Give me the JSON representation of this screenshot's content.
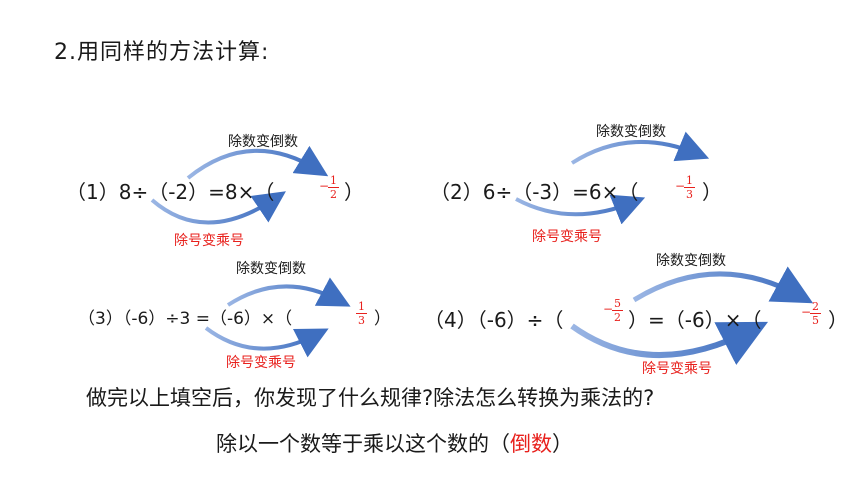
{
  "heading": "2.用同样的方法计算:",
  "problems": [
    {
      "expr_left": "（1）8÷（-2）=8×（",
      "frac_num": "1",
      "frac_den": "2",
      "close": "）",
      "top_label": "除数变倒数",
      "bottom_label": "除号变乘号"
    },
    {
      "expr_left": "（2）6÷（-3）=6×（",
      "frac_num": "1",
      "frac_den": "3",
      "close": "）",
      "top_label": "除数变倒数",
      "bottom_label": "除号变乘号"
    },
    {
      "expr_left": "（3）（-6）÷3 =（-6）×（",
      "frac_num": "1",
      "frac_den": "3",
      "close": "）",
      "top_label": "除数变倒数",
      "bottom_label": "除号变乘号"
    },
    {
      "expr_a": "（4）（-6）÷（",
      "divisor_num": "5",
      "divisor_den": "2",
      "expr_b": "）=（-6）×（",
      "frac_num": "2",
      "frac_den": "5",
      "close": "）",
      "top_label": "除数变倒数",
      "bottom_label": "除号变乘号"
    }
  ],
  "question": "做完以上填空后，你发现了什么规律?除法怎么转换为乘法的?",
  "answer_prefix": "除以一个数等于乘以这个数的（",
  "answer_fill": "倒数",
  "answer_suffix": "）",
  "colors": {
    "red": "#e8211d",
    "arrow": "#4a79c4",
    "text": "#1a1a1a"
  }
}
